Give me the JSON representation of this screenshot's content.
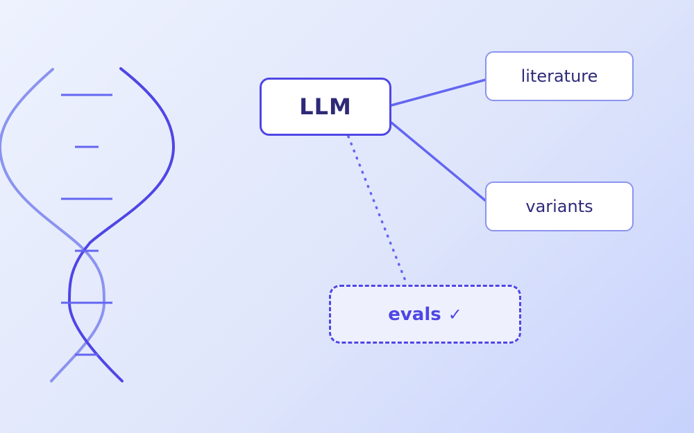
{
  "diagram": {
    "nodes": {
      "center": {
        "label": "LLM"
      },
      "top_right": {
        "label": "literature"
      },
      "bottom_right": {
        "label": "variants"
      },
      "bottom": {
        "label": "evals",
        "check_mark": "✓"
      }
    },
    "colors": {
      "primary": "#4f46e5",
      "secondary": "#8b93f0",
      "connector": "#6366f1",
      "text": "#2e2a78",
      "background": "#e4e9fb"
    },
    "connectors": [
      {
        "from": "center",
        "to": "top_right",
        "style": "solid"
      },
      {
        "from": "center",
        "to": "bottom_right",
        "style": "solid"
      },
      {
        "from": "center",
        "to": "bottom",
        "style": "dotted"
      }
    ],
    "decoration": {
      "icon": "dna-helix-icon",
      "rungs": 6
    }
  }
}
